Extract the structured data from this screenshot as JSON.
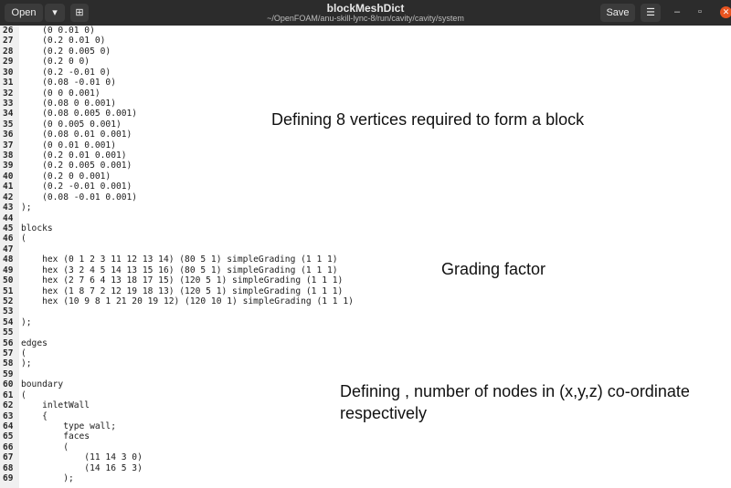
{
  "header": {
    "open_label": "Open",
    "title": "blockMeshDict",
    "path": "~/OpenFOAM/anu-skill-lync-8/run/cavity/cavity/system",
    "save_label": "Save"
  },
  "lines": [
    {
      "n": "26",
      "t": "    (0 0.01 0)"
    },
    {
      "n": "27",
      "t": "    (0.2 0.01 0)"
    },
    {
      "n": "28",
      "t": "    (0.2 0.005 0)"
    },
    {
      "n": "29",
      "t": "    (0.2 0 0)"
    },
    {
      "n": "30",
      "t": "    (0.2 -0.01 0)"
    },
    {
      "n": "31",
      "t": "    (0.08 -0.01 0)"
    },
    {
      "n": "32",
      "t": "    (0 0 0.001)"
    },
    {
      "n": "33",
      "t": "    (0.08 0 0.001)"
    },
    {
      "n": "34",
      "t": "    (0.08 0.005 0.001)"
    },
    {
      "n": "35",
      "t": "    (0 0.005 0.001)"
    },
    {
      "n": "36",
      "t": "    (0.08 0.01 0.001)"
    },
    {
      "n": "37",
      "t": "    (0 0.01 0.001)"
    },
    {
      "n": "38",
      "t": "    (0.2 0.01 0.001)"
    },
    {
      "n": "39",
      "t": "    (0.2 0.005 0.001)"
    },
    {
      "n": "40",
      "t": "    (0.2 0 0.001)"
    },
    {
      "n": "41",
      "t": "    (0.2 -0.01 0.001)"
    },
    {
      "n": "42",
      "t": "    (0.08 -0.01 0.001)"
    },
    {
      "n": "43",
      "t": ");"
    },
    {
      "n": "44",
      "t": ""
    },
    {
      "n": "45",
      "t": "blocks"
    },
    {
      "n": "46",
      "t": "("
    },
    {
      "n": "47",
      "t": ""
    },
    {
      "n": "48",
      "t": "    hex (0 1 2 3 11 12 13 14) (80 5 1) simpleGrading (1 1 1)"
    },
    {
      "n": "49",
      "t": "    hex (3 2 4 5 14 13 15 16) (80 5 1) simpleGrading (1 1 1)"
    },
    {
      "n": "50",
      "t": "    hex (2 7 6 4 13 18 17 15) (120 5 1) simpleGrading (1 1 1)"
    },
    {
      "n": "51",
      "t": "    hex (1 8 7 2 12 19 18 13) (120 5 1) simpleGrading (1 1 1)"
    },
    {
      "n": "52",
      "t": "    hex (10 9 8 1 21 20 19 12) (120 10 1) simpleGrading (1 1 1)"
    },
    {
      "n": "53",
      "t": ""
    },
    {
      "n": "54",
      "t": ");"
    },
    {
      "n": "55",
      "t": ""
    },
    {
      "n": "56",
      "t": "edges"
    },
    {
      "n": "57",
      "t": "("
    },
    {
      "n": "58",
      "t": ");"
    },
    {
      "n": "59",
      "t": ""
    },
    {
      "n": "60",
      "t": "boundary"
    },
    {
      "n": "61",
      "t": "("
    },
    {
      "n": "62",
      "t": "    inletWall"
    },
    {
      "n": "63",
      "t": "    {"
    },
    {
      "n": "64",
      "t": "        type wall;"
    },
    {
      "n": "65",
      "t": "        faces"
    },
    {
      "n": "66",
      "t": "        ("
    },
    {
      "n": "67",
      "t": "            (11 14 3 0)"
    },
    {
      "n": "68",
      "t": "            (14 16 5 3)"
    },
    {
      "n": "69",
      "t": "        );"
    }
  ],
  "annotations": {
    "vertices": "Defining 8 vertices required to form a block",
    "grading": "Grading factor",
    "nodes_line1": "Defining , number of nodes in (x,y,z) co-ordinate",
    "nodes_line2": "respectively"
  },
  "colors": {
    "arrow": "#e8202a",
    "number": "#a57aa5",
    "header": "#2c2c2c",
    "close": "#e95420"
  }
}
